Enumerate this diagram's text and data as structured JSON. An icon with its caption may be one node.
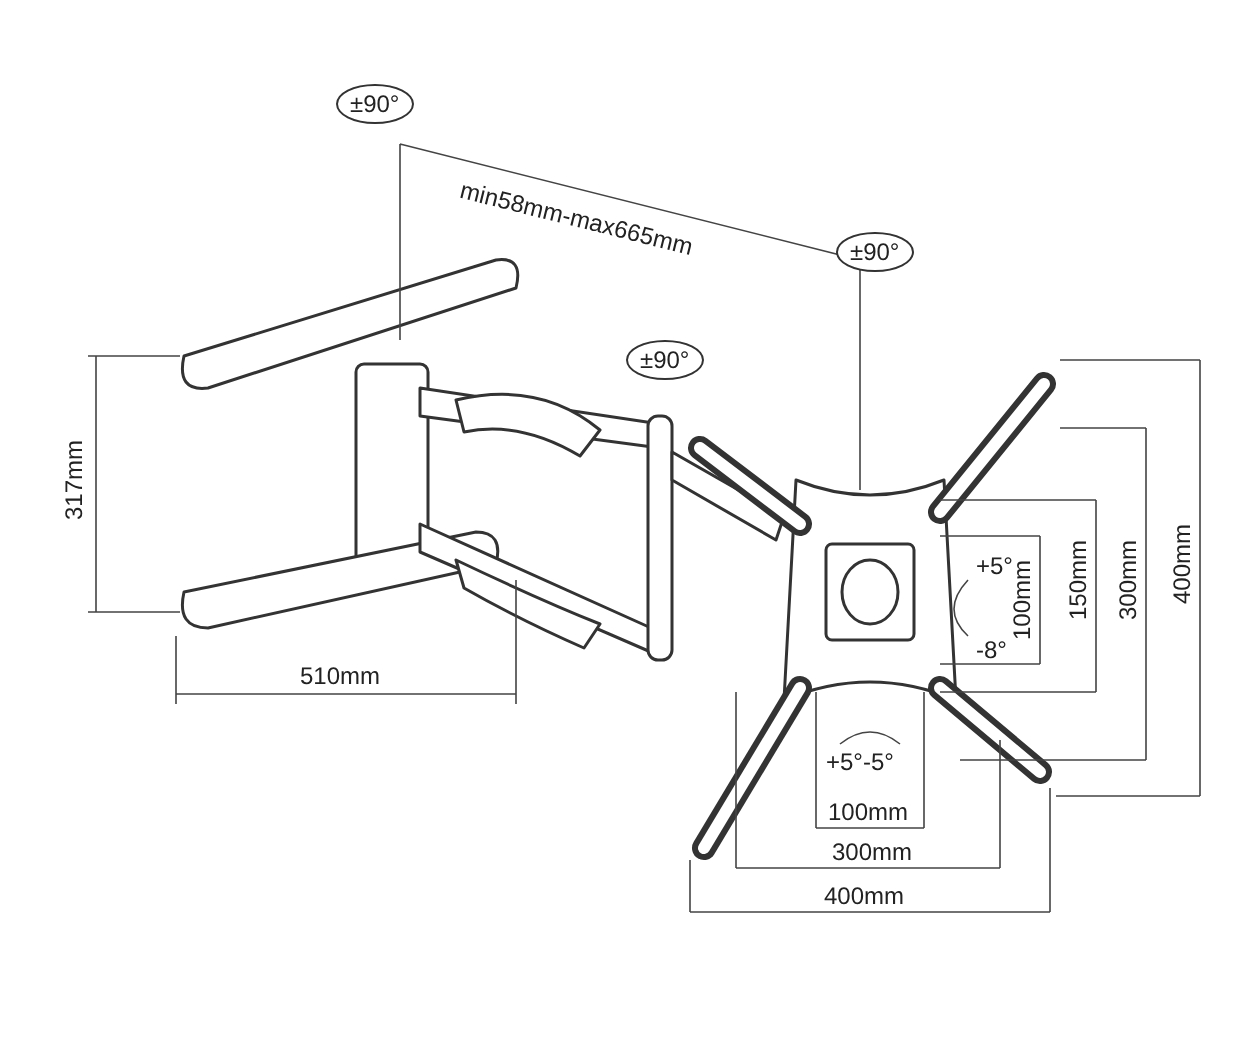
{
  "diagram": {
    "labels": [
      "±90°",
      "min58mm-max665mm",
      "±90°",
      "±90°",
      "317mm",
      "+5°",
      "150mm",
      "300mm",
      "400mm",
      "100mm",
      "-8°",
      "510mm",
      "+5°-5°",
      "100mm",
      "300mm",
      "400mm"
    ]
  }
}
